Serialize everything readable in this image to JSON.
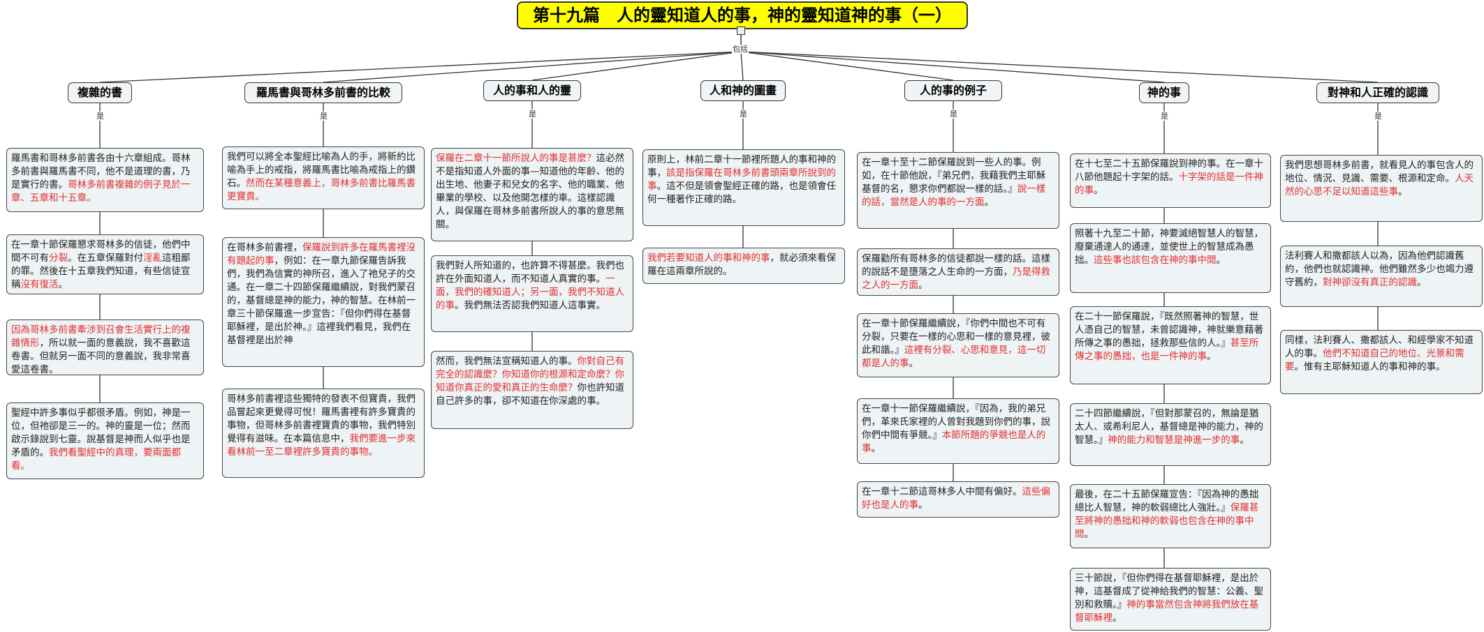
{
  "title": "第十九篇　人的靈知道人的事，神的靈知道神的事（一）",
  "include_label": "包括",
  "is_label": "是",
  "columns": [
    {
      "header": "複雜的書",
      "boxes": [
        [
          [
            "羅馬書和哥林多前書各由十六章組成。哥林多前書與羅馬書不同，他不是道理的書，乃是實行的書。",
            false
          ],
          [
            "哥林多前書複雜的例子見於一章、五章和十五章。",
            true
          ]
        ],
        [
          [
            "在一章十節保羅懇求哥林多的信徒，他們中間不可有",
            false
          ],
          [
            "分裂",
            true
          ],
          [
            "。在五章保羅對付",
            false
          ],
          [
            "淫亂",
            true
          ],
          [
            "這粗鄙的罪。然後在十五章我們知道，有些信徒宣稱",
            false
          ],
          [
            "沒有復活",
            true
          ],
          [
            "。",
            false
          ]
        ],
        [
          [
            "因為哥林多前書牽涉到召會生活實行上的複雜情形",
            true
          ],
          [
            "，所以就一面的意義說，我不喜歡這卷書。但就另一面不同的意義說，我非常喜愛這卷書。",
            false
          ]
        ],
        [
          [
            "聖經中許多事似乎都很矛盾。例如，神是一位，但祂卻是三一的。神的靈是一位；然而啟示錄說到七靈。說基督是神而人似乎也是矛盾的。",
            false
          ],
          [
            "我們看聖經中的真理，要兩面都看。",
            true
          ]
        ]
      ]
    },
    {
      "header": "羅馬書與哥林多前書的比較",
      "boxes": [
        [
          [
            "我們可以將全本聖經比喻為人的手，將新約比喻為手上的戒指，將羅馬書比喻為戒指上的鑽石。",
            false
          ],
          [
            "然而在某種意義上，哥林多前書比羅馬書更寶貴。",
            true
          ]
        ],
        [
          [
            "在哥林多前書裡，",
            false
          ],
          [
            "保羅說到許多在羅馬書裡沒有題起的事",
            true
          ],
          [
            "，例如：在一章九節保羅告訴我們，我們為信實的神所召，進入了祂兒子的交通。在一章二十四節保羅繼續說，對我們蒙召的，基督總是神的能力，神的智慧。在林前一章三十節保羅進一步宣告：『但你們得在基督耶穌裡，是出於神。』這裡我們看見，我們在基督裡是出於神",
            false
          ]
        ],
        [
          [
            "哥林多前書裡這些獨特的發表不但寶貴，我們品嘗起來更覺得可悅！羅馬書裡有許多寶貴的事物，但哥林多前書裡寶貴的事物，我們特別覺得有滋味。在本篇信息中，",
            false
          ],
          [
            "我們要進一步來看林前一至二章裡許多寶貴的事物。",
            true
          ]
        ]
      ]
    },
    {
      "header": "人的事和人的靈",
      "boxes": [
        [
          [
            "保羅在二章十一節所說人的事是甚麼？",
            true
          ],
          [
            "這必然不是指知道人外面的事—知道他的年齡、他的出生地、他妻子和兒女的名字、他的職業、他畢業的學校、以及他開怎樣的車。這樣認識人，與保羅在哥林多前書所說人的事的意思無關。",
            false
          ]
        ],
        [
          [
            "我們對人所知道的，也許算不得甚麼。我們也許在外面知道人，而不知道人真實的事。",
            false
          ],
          [
            "一面，我們的確知道人；另一面，我們不知道人的事",
            true
          ],
          [
            "。我們無法否認我們知道人這事實。",
            false
          ]
        ],
        [
          [
            "然而，我們無法宣稱知道人的事。",
            false
          ],
          [
            "你對自己有完全的認識麼？你知道你的根源和定命麼？你知道你真正的愛和真正的生命麼？",
            true
          ],
          [
            "你也許知道自己許多的事，卻不知道在你深處的事。",
            false
          ]
        ]
      ]
    },
    {
      "header": "人和神的圖畫",
      "boxes": [
        [
          [
            "原則上，林前二章十一節裡所題人的事和神的事，",
            false
          ],
          [
            "該是指保羅在哥林多前書頭兩章所說到的事",
            true
          ],
          [
            "。這不但是領會聖經正確的路，也是領會任何一種著作正確的路。",
            false
          ]
        ],
        [
          [
            "我們若要知道人的事和神的事",
            true
          ],
          [
            "，就必須來看保羅在這兩章所說的。",
            false
          ]
        ]
      ]
    },
    {
      "header": "人的事的例子",
      "boxes": [
        [
          [
            "在一章十至十二節保羅說到一些人的事。例如，在十節他說，『弟兄們，我藉我們主耶穌基督的名，懇求你們都說一樣的話。』",
            false
          ],
          [
            "說一樣的話，當然是人的事的一方面",
            true
          ],
          [
            "。",
            false
          ]
        ],
        [
          [
            "保羅勸所有哥林多的信徒都說一樣的話。這樣的說話不是墮落之人生命的一方面，",
            false
          ],
          [
            "乃是得救之人的一方面",
            true
          ],
          [
            "。",
            false
          ]
        ],
        [
          [
            "在一章十節保羅繼續說，『你們中間也不可有分裂，只要在一樣的心思和一樣的意見裡，彼此和諧。』",
            false
          ],
          [
            "這裡有分裂、心思和意見，這一切都是人的事",
            true
          ],
          [
            "。",
            false
          ]
        ],
        [
          [
            "在一章十一節保羅繼續說，『因為，我的弟兄們，革來氏家裡的人曾對我題到你們的事，說你們中間有爭競。』",
            false
          ],
          [
            "本節所題的爭競也是人的事",
            true
          ],
          [
            "。",
            false
          ]
        ],
        [
          [
            "在一章十二節這哥林多人中間有偏好。",
            false
          ],
          [
            "這些偏好也是人的事",
            true
          ],
          [
            "。",
            false
          ]
        ]
      ]
    },
    {
      "header": "神的事",
      "boxes": [
        [
          [
            "在十七至二十五節保羅說到神的事。在一章十八節他題起十字架的話。",
            false
          ],
          [
            "十字架的話是一件神的事",
            true
          ],
          [
            "。",
            false
          ]
        ],
        [
          [
            "照著十九至二十節，神要滅絕智慧人的智慧，廢棄通達人的通達，並使世上的智慧成為愚拙。",
            false
          ],
          [
            "這些事也該包含在神的事中間",
            true
          ],
          [
            "。",
            false
          ]
        ],
        [
          [
            "在二十一節保羅說，『既然照著神的智慧，世人憑自己的智慧，未曾認識神，神就樂意藉著所傳之事的愚拙，拯救那些信的人。』",
            false
          ],
          [
            "甚至所傳之事的愚拙，也是一件神的事",
            true
          ],
          [
            "。",
            false
          ]
        ],
        [
          [
            "二十四節繼續說，『但對那蒙召的，無論是猶太人、或希利尼人，基督總是神的能力，神的智慧。』",
            false
          ],
          [
            "神的能力和智慧是神進一步的事",
            true
          ],
          [
            "。",
            false
          ]
        ],
        [
          [
            "最後，在二十五節保羅宣告：『因為神的愚拙總比人智慧，神的軟弱總比人強壯。』",
            false
          ],
          [
            "保羅甚至將神的愚拙和神的軟弱也包含在神的事中間",
            true
          ],
          [
            "。",
            false
          ]
        ],
        [
          [
            "三十節說，『但你們得在基督耶穌裡，是出於神，這基督成了從神給我們的智慧：公義、聖別和救贖。』",
            false
          ],
          [
            "神的事當然包含神將我們放在基督耶穌裡",
            true
          ],
          [
            "。",
            false
          ]
        ]
      ]
    },
    {
      "header": "對神和人正確的認識",
      "boxes": [
        [
          [
            "我們思想哥林多前書，就看見人的事包含人的地位、情況、見識、需要、根源和定命。",
            false
          ],
          [
            "人天然的心思不足以知道這些事",
            true
          ],
          [
            "。",
            false
          ]
        ],
        [
          [
            "法利賽人和撒都該人以為，因為他們認識舊約，他們也就認識神。他們雖然多少也竭力遵守舊約，",
            false
          ],
          [
            "對神卻沒有真正的認識",
            true
          ],
          [
            "。",
            false
          ]
        ],
        [
          [
            "同樣，法利賽人、撒都該人、和經學家不知道人的事。",
            false
          ],
          [
            "他們不知道自己的地位、光景和需要",
            true
          ],
          [
            "。惟有主耶穌知道人的事和神的事。",
            false
          ]
        ]
      ]
    }
  ]
}
